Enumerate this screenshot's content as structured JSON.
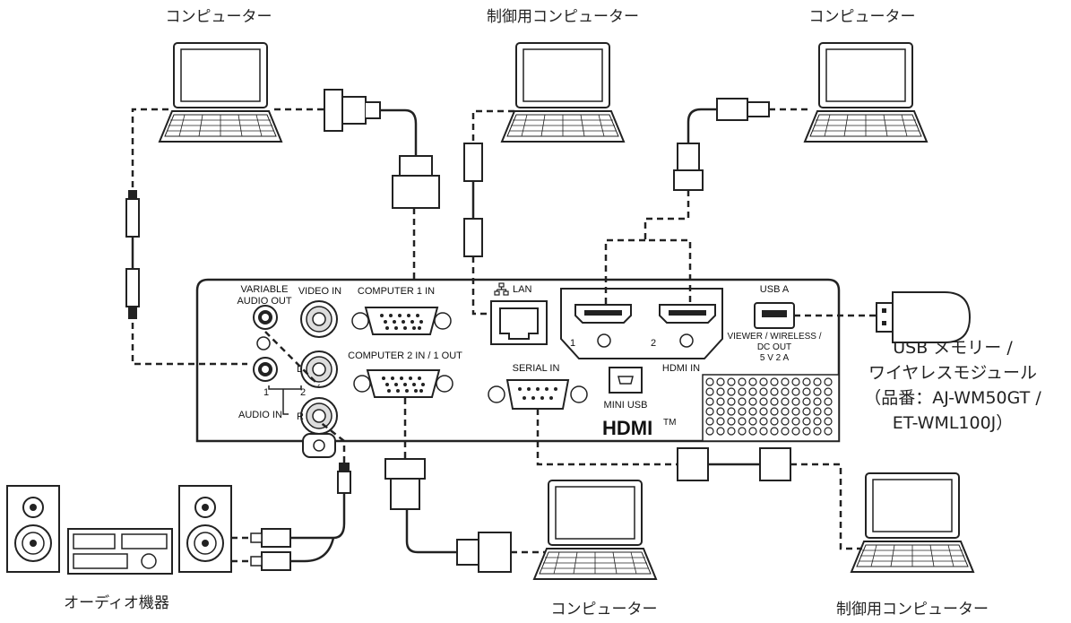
{
  "devices": {
    "computer_top_left": "コンピューター",
    "control_computer_top": "制御用コンピューター",
    "computer_top_right": "コンピューター",
    "computer_bottom": "コンピューター",
    "control_computer_bottom": "制御用コンピューター",
    "audio_equipment": "オーディオ機器",
    "usb_memory_line1": "USB メモリー /",
    "usb_memory_line2": "ワイヤレスモジュール",
    "usb_memory_line3": "（品番：AJ-WM50GT /",
    "usb_memory_line4": "ET-WML100J）"
  },
  "ports": {
    "variable_audio_out_1": "VARIABLE",
    "variable_audio_out_2": "AUDIO OUT",
    "video_in": "VIDEO IN",
    "computer1_in": "COMPUTER 1 IN",
    "lan": "LAN",
    "usb_a": "USB A",
    "viewer_1": "VIEWER / WIRELESS /",
    "viewer_2": "DC OUT",
    "viewer_3": "5 V  2 A",
    "computer2": "COMPUTER 2 IN / 1 OUT",
    "serial_in": "SERIAL IN",
    "mini_usb": "MINI USB",
    "hdmi_in": "HDMI IN",
    "hdmi_1": "1",
    "hdmi_2": "2",
    "audio_in": "AUDIO IN",
    "audio_1": "1",
    "audio_2": "2",
    "l": "L",
    "r": "R",
    "hdmi_logo": "HDMI",
    "tm": "TM"
  }
}
